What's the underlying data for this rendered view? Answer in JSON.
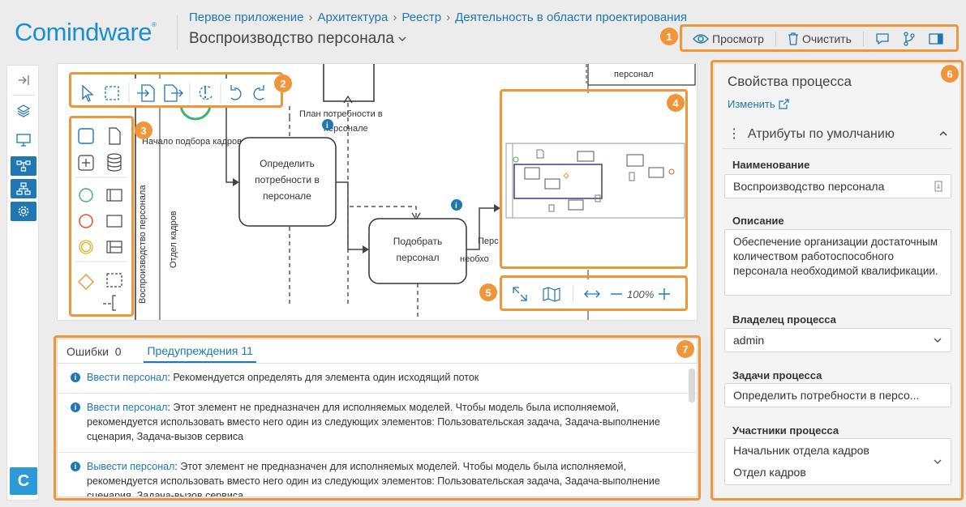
{
  "brand": {
    "name": "Comindware",
    "mark": "®"
  },
  "breadcrumb": [
    "Первое приложение",
    "Архитектура",
    "Реестр",
    "Деятельность в области проектирования"
  ],
  "page_title": "Воспроизводство персонала",
  "toolbar": {
    "preview": "Просмотр",
    "clear": "Очистить"
  },
  "rail": {
    "logo_letter": "C"
  },
  "diagram": {
    "pool_label": "Воспроизводство персонала",
    "lane_label": "Отдел кадров",
    "start_label": "Начало подбора кадров",
    "task1": [
      "Определить",
      "потребности в",
      "персонале"
    ],
    "task2": [
      "Подобрать",
      "персонал"
    ],
    "artifact_label": [
      "План потребности в",
      "персонале"
    ],
    "flow_label": [
      "Перс",
      "необхо"
    ],
    "top_right_text": "персонал"
  },
  "zoom": {
    "level": "100%"
  },
  "issues": {
    "tabs": [
      {
        "label": "Ошибки",
        "count": "0"
      },
      {
        "label": "Предупреждения",
        "count": "11"
      }
    ],
    "items": [
      {
        "link": "Ввести персонал",
        "text": ": Рекомендуется определять для элемента один исходящий поток"
      },
      {
        "link": "Ввести персонал",
        "text": ": Этот элемент не предназначен для исполняемых моделей. Чтобы модель была исполняемой, рекомендуется использовать вместо него один из следующих элементов: Пользовательская задача, Задача-выполнение сценария, Задача-вызов сервиса"
      },
      {
        "link": "Вывести персонал",
        "text": ": Этот элемент не предназначен для исполняемых моделей. Чтобы модель была исполняемой, рекомендуется использовать вместо него один из следующих элементов: Пользовательская задача, Задача-выполнение сценария, Задача-вызов сервиса"
      }
    ]
  },
  "properties": {
    "title": "Свойства процесса",
    "edit": "Изменить",
    "section": "Атрибуты по умолчанию",
    "name_label": "Наименование",
    "name_value": "Воспроизводство персонала",
    "desc_label": "Описание",
    "desc_value": "Обеспечение организации достаточным количеством работоспособного персонала необходимой квалификации.",
    "owner_label": "Владелец процесса",
    "owner_value": "admin",
    "tasks_label": "Задачи процесса",
    "tasks_value": "Определить потребности в персо...",
    "participants_label": "Участники процесса",
    "participants": [
      "Начальник отдела кадров",
      "Отдел кадров"
    ]
  },
  "callouts": [
    "1",
    "2",
    "3",
    "4",
    "5",
    "6",
    "7"
  ],
  "colors": {
    "accent": "#1f78b4",
    "callout": "#f0953a",
    "logo": "#1a8fd0"
  }
}
